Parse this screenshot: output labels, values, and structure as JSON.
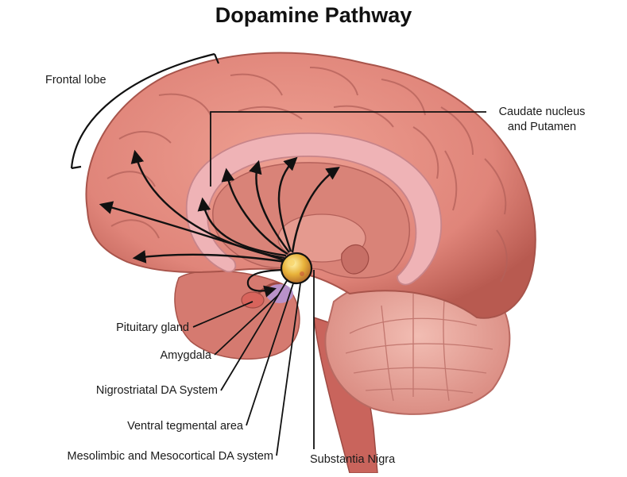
{
  "title": "Dopamine Pathway",
  "labels": {
    "frontal_lobe": "Frontal lobe",
    "caudate_line1": "Caudate nucleus",
    "caudate_line2": "and Putamen",
    "pituitary": "Pituitary gland",
    "amygdala": "Amygdala",
    "nigrostriatal": "Nigrostriatal DA System",
    "vta": "Ventral tegmental area",
    "mesolimbic": "Mesolimbic and Mesocortical DA system",
    "substantia": "Substantia Nigra"
  },
  "colors": {
    "cortex": "#e0857a",
    "cortex_dark": "#b85a50",
    "corpus_callosum": "#efb3b6",
    "inner": "#d98378",
    "cerebellum": "#e9a39a",
    "brainstem": "#c9645c",
    "pathway": "#111111",
    "nucleus": "#e8b23a"
  }
}
